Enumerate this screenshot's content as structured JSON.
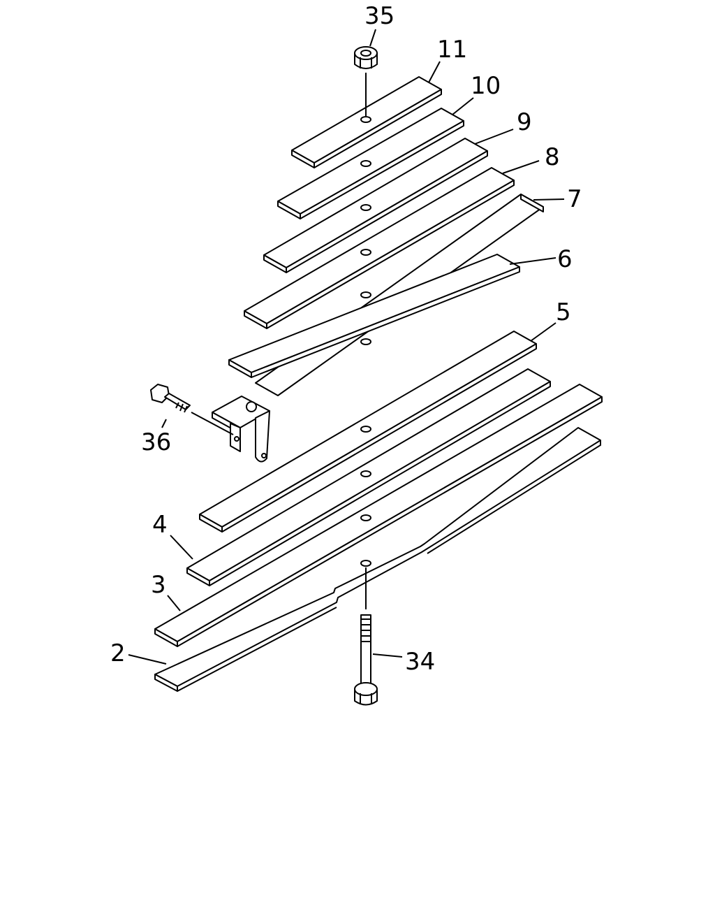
{
  "diagram": {
    "callouts": {
      "n35": "35",
      "n11": "11",
      "n10": "10",
      "n9": "9",
      "n8": "8",
      "n7": "7",
      "n6": "6",
      "n5": "5",
      "n4": "4",
      "n3": "3",
      "n2": "2",
      "n34": "34",
      "n36": "36"
    }
  }
}
